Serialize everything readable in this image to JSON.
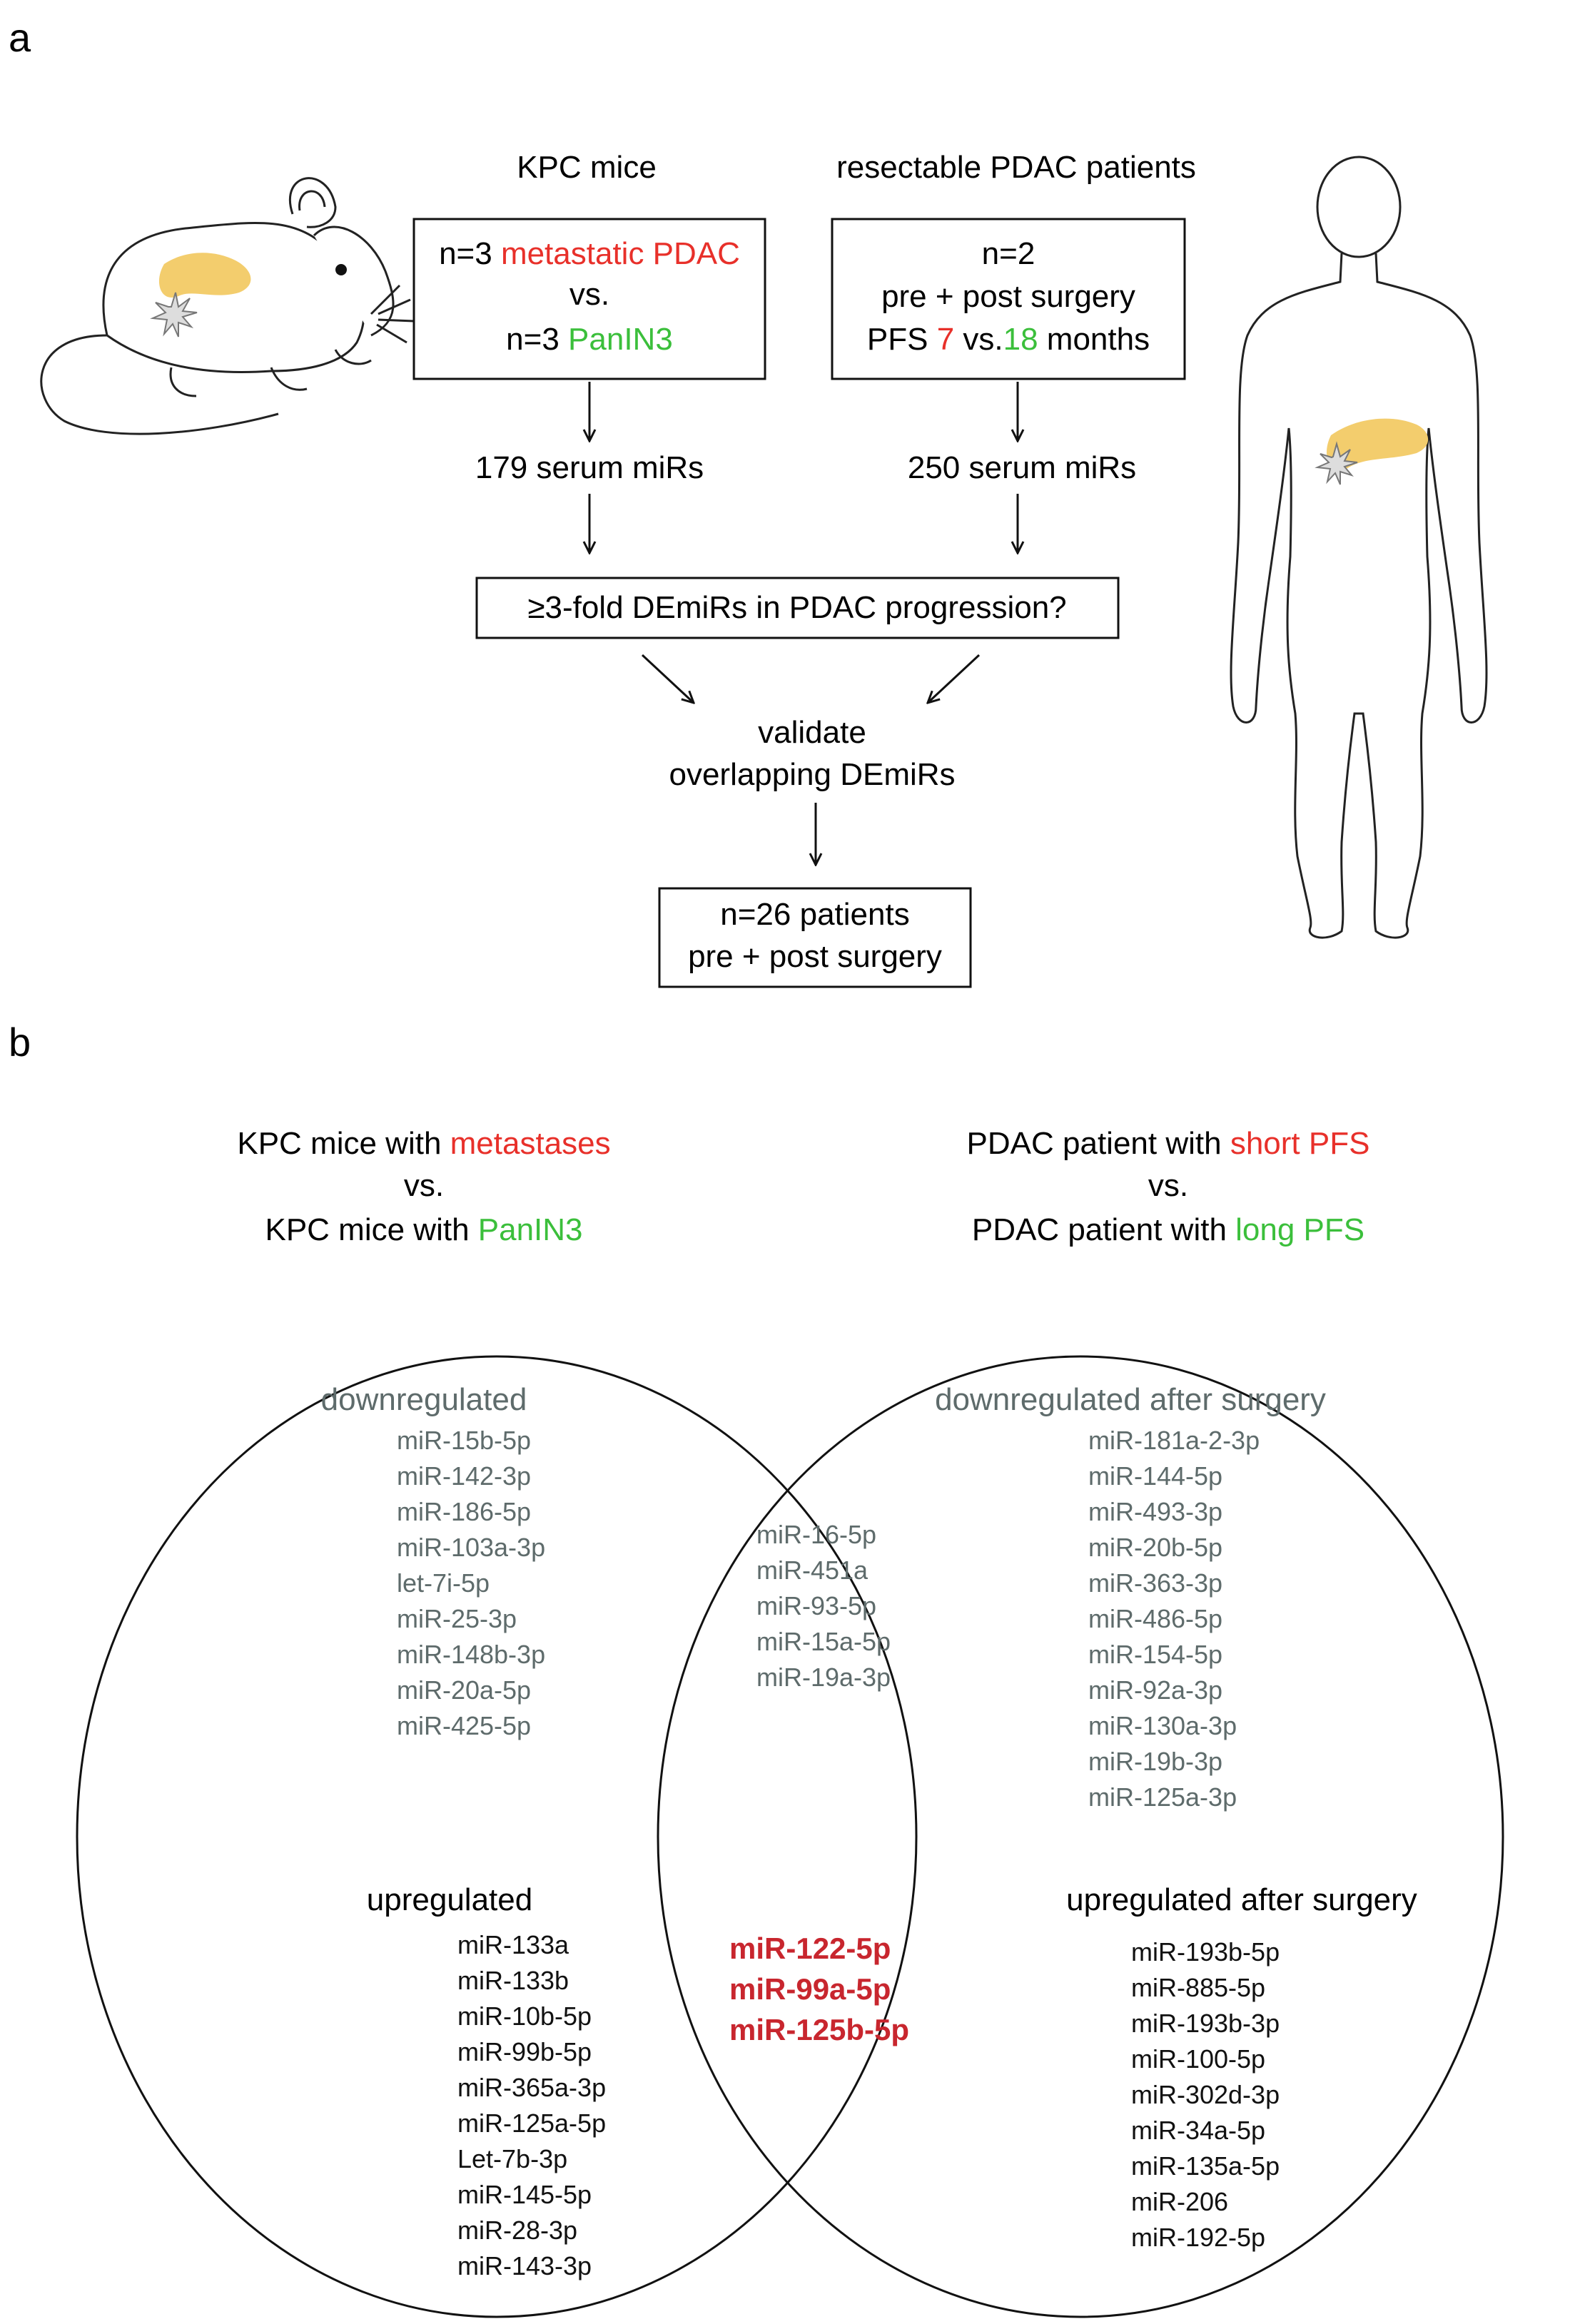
{
  "panel_a": {
    "label": "a",
    "left_header": "KPC mice",
    "right_header": "resectable PDAC patients",
    "left_box": {
      "line1_prefix": "n=3 ",
      "line1_highlight": "metastatic PDAC",
      "line2": "vs.",
      "line3_prefix": "n=3 ",
      "line3_highlight": "PanIN3"
    },
    "right_box": {
      "line1": "n=2",
      "line2": "pre + post surgery",
      "line3_prefix": "PFS ",
      "line3_red": "7",
      "line3_mid": " vs.",
      "line3_green": "18",
      "line3_suffix": " months"
    },
    "left_count": "179 serum miRs",
    "right_count": "250 serum miRs",
    "question_box": "≥3-fold DEmiRs in PDAC progression?",
    "validate_line1": "validate",
    "validate_line2": "overlapping DEmiRs",
    "final_box_line1": "n=26 patients",
    "final_box_line2": "pre + post surgery"
  },
  "panel_b": {
    "label": "b",
    "left_title": {
      "line1_prefix": "KPC mice with ",
      "line1_highlight": "metastases",
      "line2": "vs.",
      "line3_prefix": "KPC mice with ",
      "line3_highlight": "PanIN3"
    },
    "right_title": {
      "line1_prefix": "PDAC patient with ",
      "line1_highlight": "short PFS",
      "line2": "vs.",
      "line3_prefix": "PDAC patient with ",
      "line3_highlight": "long PFS"
    },
    "left_down_header": "downregulated",
    "left_down": [
      "miR-15b-5p",
      "miR-142-3p",
      "miR-186-5p",
      "miR-103a-3p",
      "let-7i-5p",
      "miR-25-3p",
      "miR-148b-3p",
      "miR-20a-5p",
      "miR-425-5p"
    ],
    "left_up_header": "upregulated",
    "left_up": [
      "miR-133a",
      "miR-133b",
      "miR-10b-5p",
      "miR-99b-5p",
      "miR-365a-3p",
      "miR-125a-5p",
      "Let-7b-3p",
      "miR-145-5p",
      "miR-28-3p",
      "miR-143-3p"
    ],
    "overlap_down": [
      "miR-16-5p",
      "miR-451a",
      "miR-93-5p",
      "miR-15a-5p",
      "miR-19a-3p"
    ],
    "overlap_up": [
      "miR-122-5p",
      "miR-99a-5p",
      "miR-125b-5p"
    ],
    "right_down_header": "downregulated after surgery",
    "right_down": [
      "miR-181a-2-3p",
      "miR-144-5p",
      "miR-493-3p",
      "miR-20b-5p",
      "miR-363-3p",
      "miR-486-5p",
      "miR-154-5p",
      "miR-92a-3p",
      "miR-130a-3p",
      "miR-19b-3p",
      "miR-125a-3p"
    ],
    "right_up_header": "upregulated after surgery",
    "right_up": [
      "miR-193b-5p",
      "miR-885-5p",
      "miR-193b-3p",
      "miR-100-5p",
      "miR-302d-3p",
      "miR-34a-5p",
      "miR-135a-5p",
      "miR-206",
      "miR-192-5p"
    ]
  },
  "colors": {
    "red": "#e8302a",
    "green": "#3bbf3b",
    "gray": "#5e6b6b",
    "dark_red": "#c8262e",
    "pancreas": "#f3cd6d"
  }
}
